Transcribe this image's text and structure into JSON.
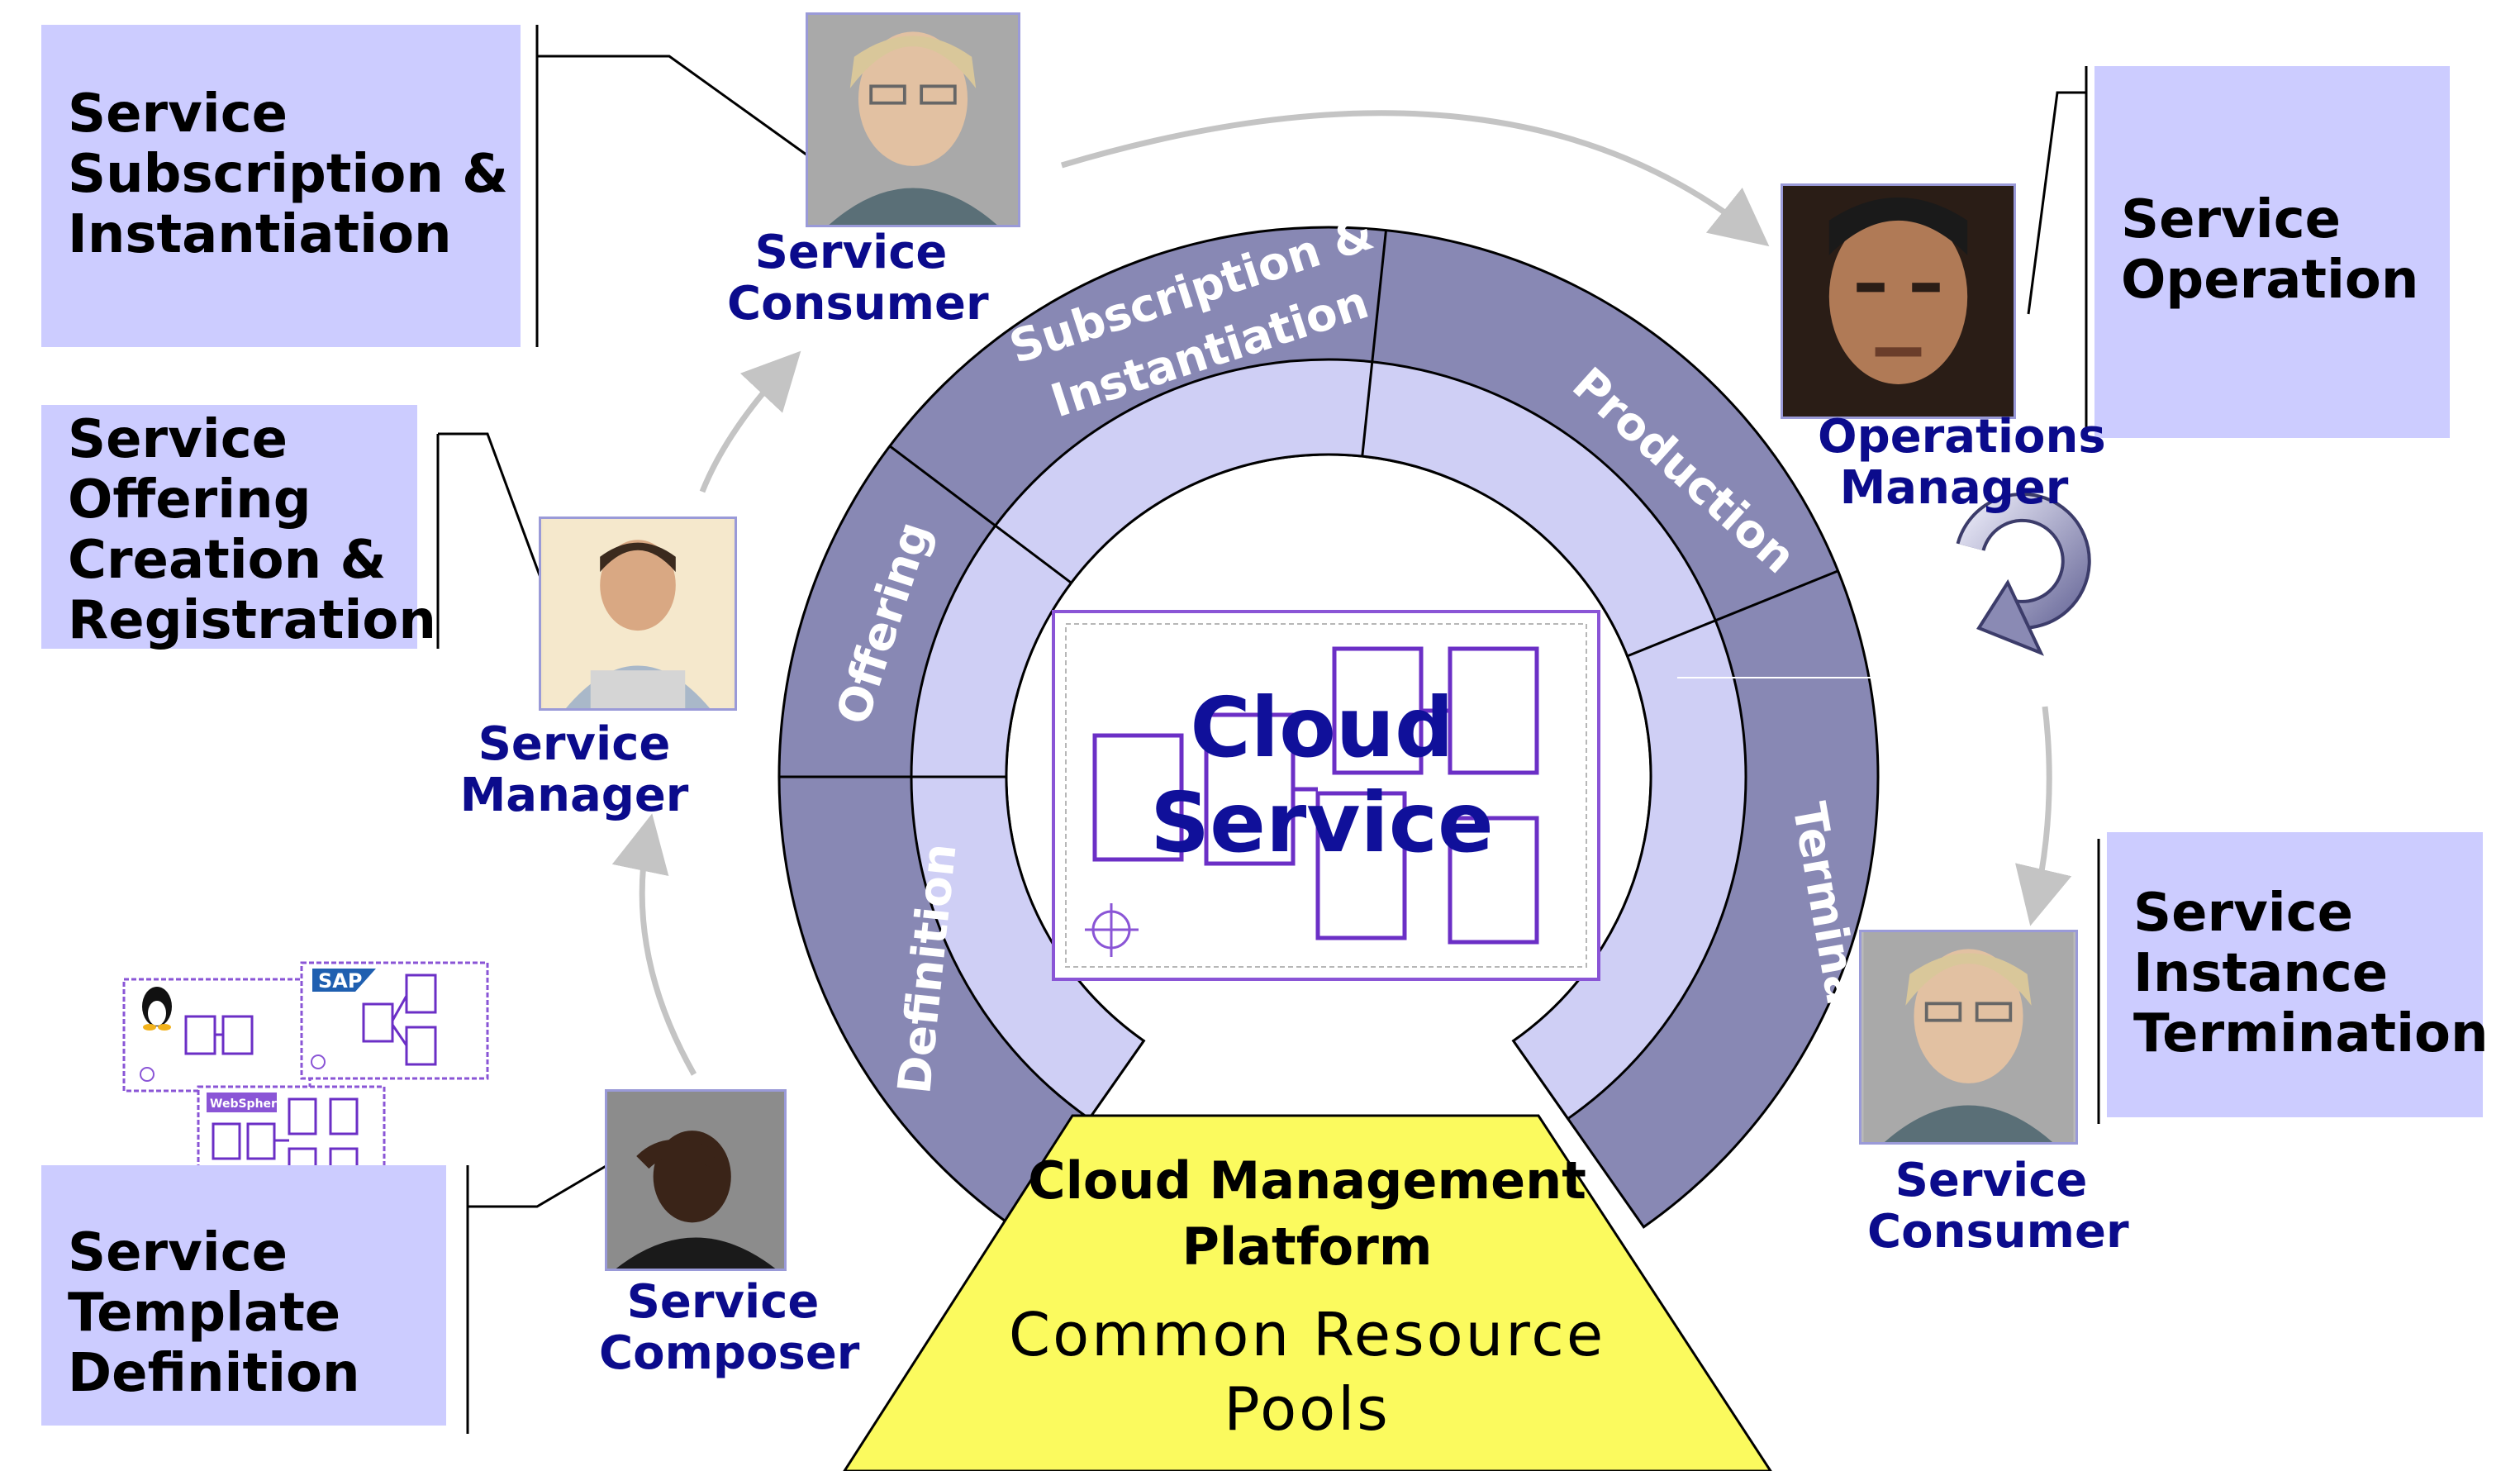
{
  "boxes": {
    "subscription": [
      "Service",
      "Subscription &",
      "Instantiation"
    ],
    "offering": [
      "Service",
      "Offering",
      "Creation &",
      "Registration"
    ],
    "template": [
      "Service",
      "Template",
      "Definition"
    ],
    "operation": [
      "Service",
      "Operation"
    ],
    "termination": [
      "Service",
      "Instance",
      "Termination"
    ]
  },
  "roles": {
    "consumer_top": [
      "Service",
      "Consumer"
    ],
    "manager": [
      "Service",
      "Manager"
    ],
    "composer": [
      "Service",
      "Composer"
    ],
    "operations": [
      "Operations",
      "Manager"
    ],
    "consumer_bottom": [
      "Service",
      "Consumer"
    ]
  },
  "arc": {
    "definition": "Definition",
    "offering": "Offering",
    "subscription": [
      "Subscription &",
      "Instantiation"
    ],
    "production": "Production",
    "termination": "Termination"
  },
  "center": {
    "title": [
      "Cloud",
      "Service"
    ]
  },
  "platform": {
    "title": [
      "Cloud Management",
      "Platform"
    ],
    "subtitle": [
      "Common Resource",
      "Pools"
    ]
  },
  "template_logos": [
    "SAP",
    "WebSphere"
  ],
  "colors": {
    "box_fill": "#ccccff",
    "ring_dark": "#8888b4",
    "ring_light": "#cfcff5",
    "role_text": "#0b0b8c",
    "platform_fill": "#fbfa5e",
    "center_title": "#10109a",
    "template_outline": "#7a3fc8"
  }
}
